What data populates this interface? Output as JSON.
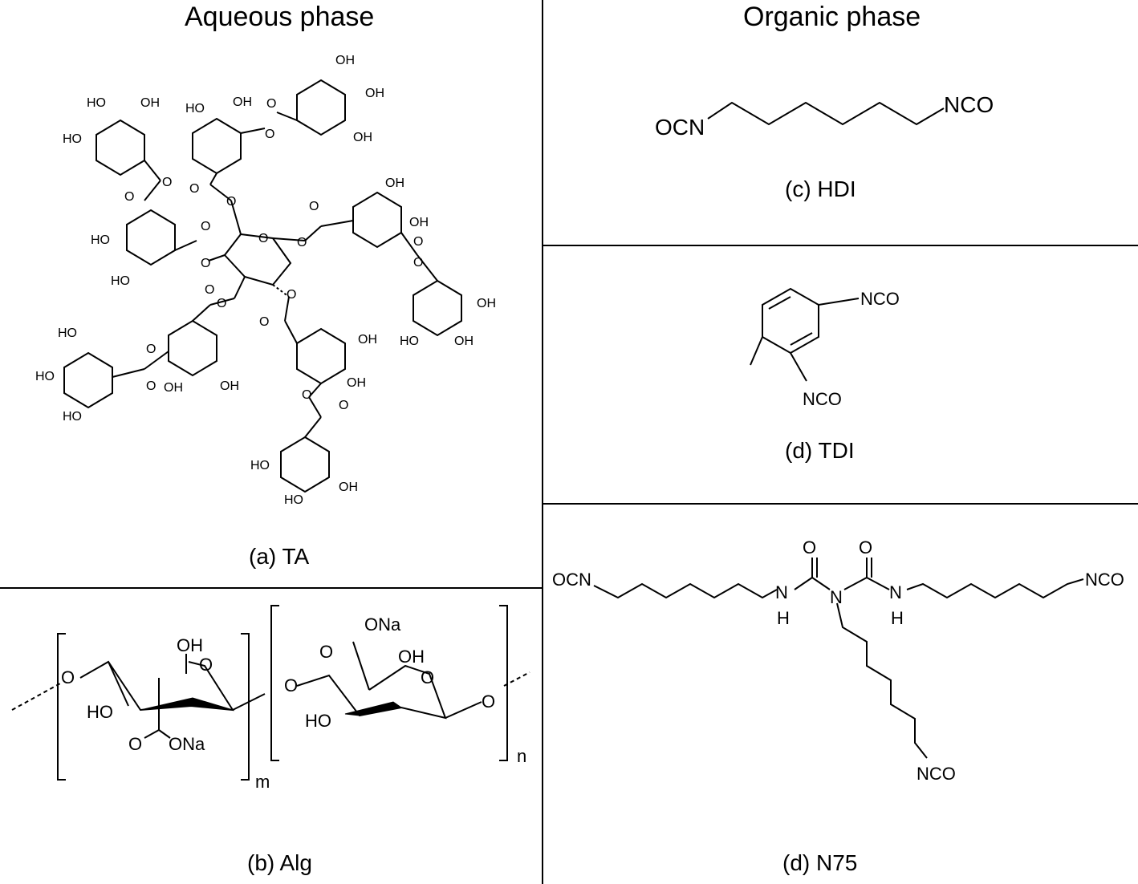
{
  "headings": {
    "aqueous": "Aqueous phase",
    "organic": "Organic phase"
  },
  "captions": {
    "ta": "(a) TA",
    "alg": "(b) Alg",
    "hdi": "(c) HDI",
    "tdi": "(d) TDI",
    "n75": "(d) N75"
  },
  "atoms": {
    "oh": "OH",
    "ho": "HO",
    "o": "O",
    "ocn": "OCN",
    "nco": "NCO",
    "n": "N",
    "h": "H",
    "ona": "ONa",
    "m": "m",
    "n_sub": "n"
  },
  "colors": {
    "line": "#000000",
    "background": "#ffffff"
  }
}
